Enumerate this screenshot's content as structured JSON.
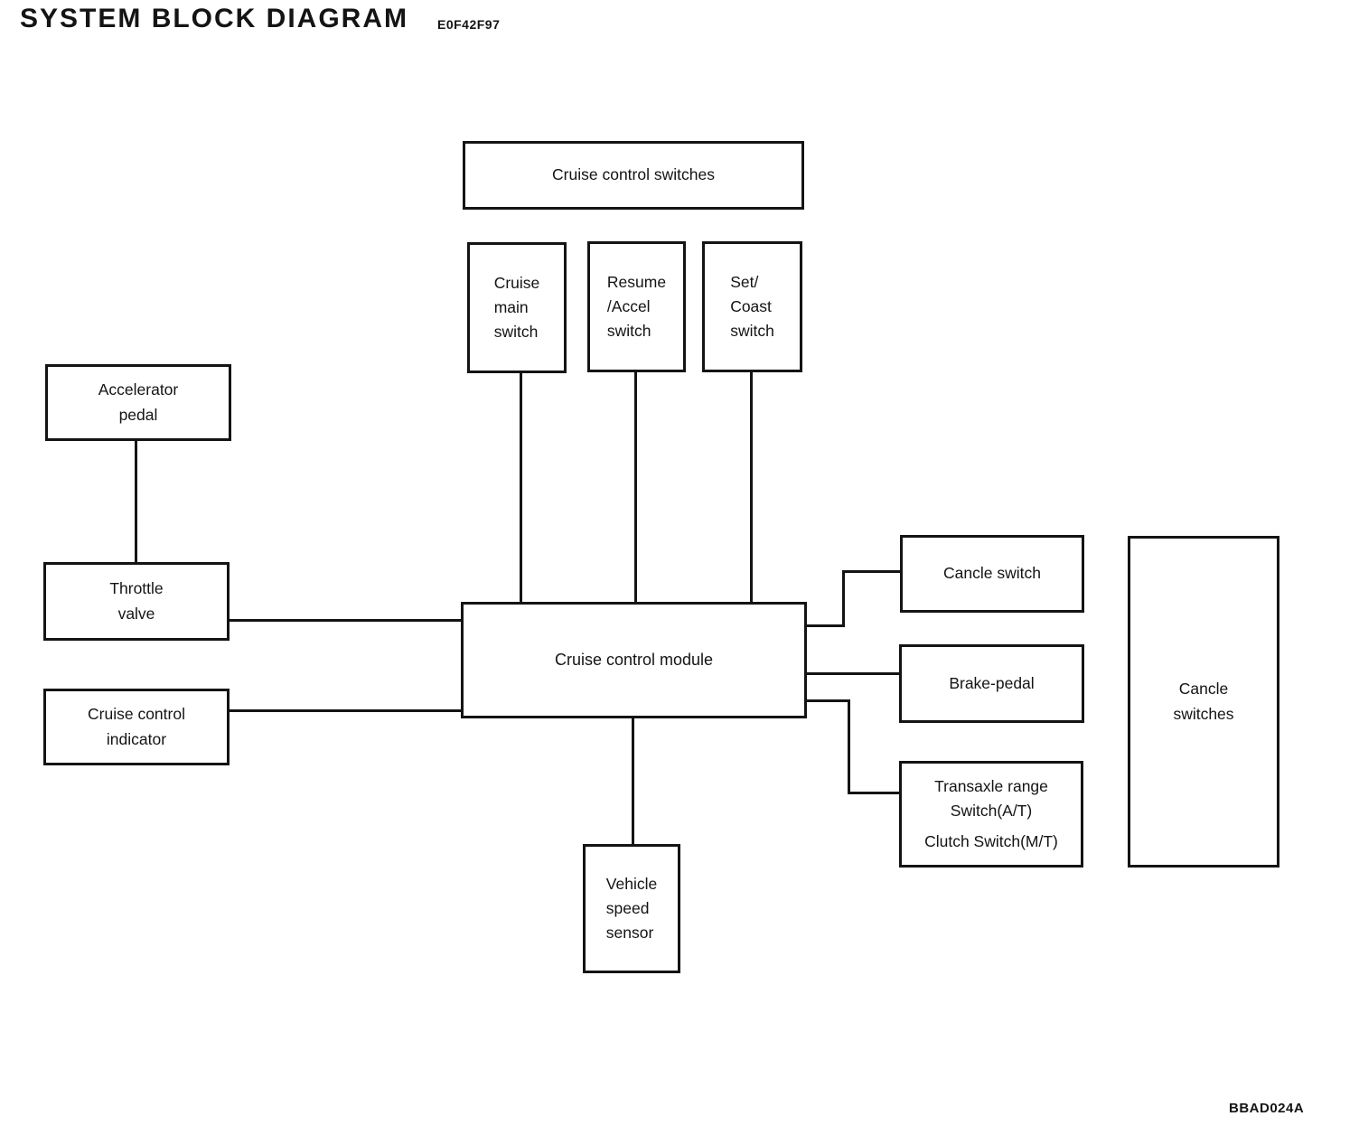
{
  "title": "SYSTEM BLOCK DIAGRAM",
  "figure_code": "E0F42F97",
  "footer_code": "BBAD024A",
  "colors": {
    "ink": "#141414",
    "paper": "#ffffff"
  },
  "boxes": {
    "cruise_control_switches": "Cruise control switches",
    "cruise_main_switch": "Cruise\nmain\nswitch",
    "resume_accel_switch": "Resume\n/Accel\nswitch",
    "set_coast_switch": "Set/\nCoast\nswitch",
    "accelerator_pedal": "Accelerator\npedal",
    "throttle_valve": "Throttle\nvalve",
    "cruise_control_indicator": "Cruise control\nindicator",
    "cruise_control_module": "Cruise control module",
    "cancle_switch": "Cancle switch",
    "brake_pedal": "Brake-pedal",
    "transaxle_range_switch": "Transaxle range\nSwitch(A/T)",
    "clutch_switch": "Clutch Switch(M/T)",
    "cancle_switches": "Cancle\nswitches",
    "vehicle_speed_sensor": "Vehicle\nspeed\nsensor"
  }
}
